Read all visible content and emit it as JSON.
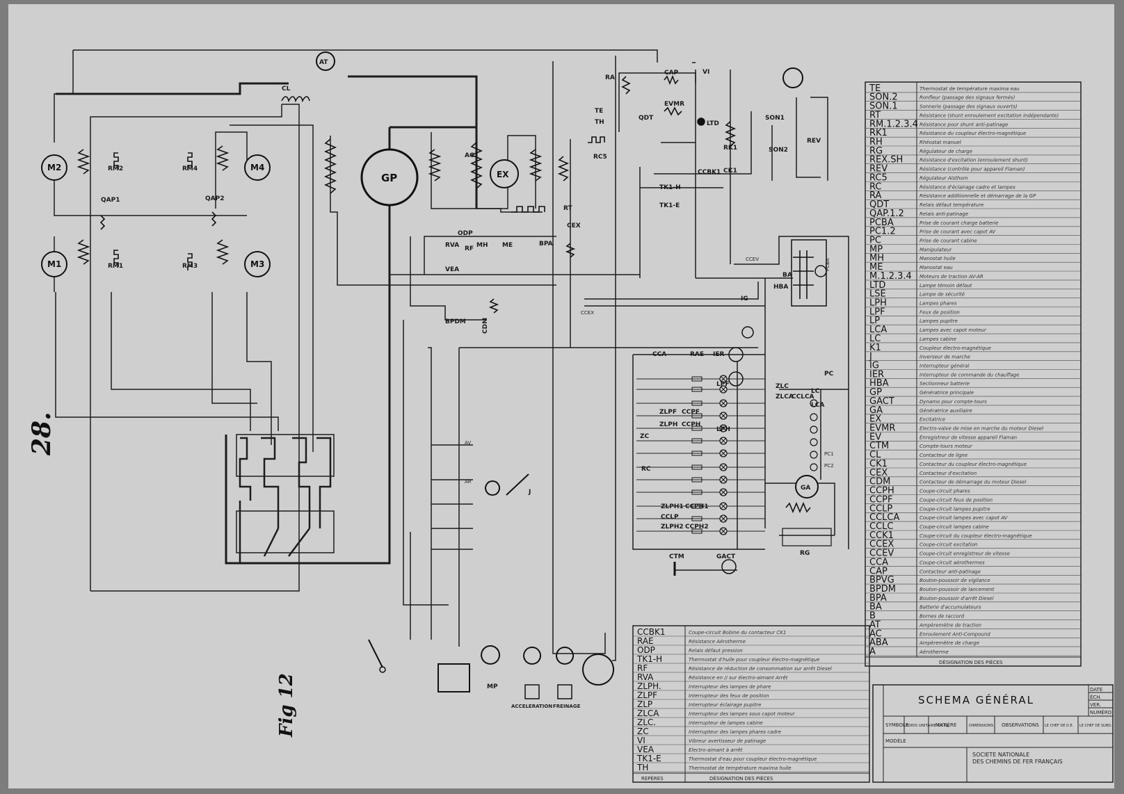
{
  "page_number": "28.",
  "figure_label": "Fig 12",
  "title": "SCHEMA GÉNÉRAL",
  "company": "SOCIETE NATIONALE DES CHEMINS DE FER FRANÇAIS",
  "main_components": {
    "generator": "GP",
    "exciter": "EX",
    "motors": [
      "M1",
      "M2",
      "M3",
      "M4"
    ],
    "ammeter": "AT",
    "gauge": "GA",
    "battery": "BA",
    "master_pedal": "MP",
    "acceleration_label": "ACCELERATION",
    "braking_label": "FREINAGE"
  },
  "diagram_labels": [
    "CL",
    "QAP1",
    "QAP2",
    "RM1",
    "RM2",
    "RM3",
    "RM4",
    "AC",
    "RA",
    "CAP",
    "VI",
    "EVMR",
    "QDT",
    "TE",
    "TH",
    "LTD",
    "RK1",
    "CCBK1",
    "CK1",
    "TK1-H",
    "TK1-E",
    "RC5",
    "RT",
    "CEX",
    "BPA",
    "MH",
    "ME",
    "RVA",
    "VEA",
    "CDM",
    "BPDM",
    "ODP",
    "RF",
    "SON1",
    "SON2",
    "REV",
    "HBA",
    "IG",
    "CCA",
    "RAE",
    "IER",
    "LPF",
    "LPH",
    "LC",
    "LCA",
    "CCLCA",
    "ZLC",
    "ZLCA",
    "ZLPF",
    "ZLPH",
    "ZLPH1",
    "ZLPH2",
    "CCPF",
    "CCPH",
    "CCPH1",
    "CCPH2",
    "CCLP",
    "ZC",
    "RC",
    "CTM",
    "GACT",
    "RG",
    "AV",
    "AR",
    "J",
    "CCEX",
    "CCEV",
    "PCBA",
    "PC",
    "PC1",
    "PC2"
  ],
  "legend_right": {
    "header": "DÉSIGNATION DES PIÈCES",
    "items": [
      {
        "code": "TE",
        "desc": "Thermostat de température maxima eau"
      },
      {
        "code": "SON.2",
        "desc": "Ronfleur (passage des signaux fermés)"
      },
      {
        "code": "SON.1",
        "desc": "Sonnerie (passage des signaux ouverts)"
      },
      {
        "code": "RT",
        "desc": "Résistance (shunt enroulement excitation indépendante)"
      },
      {
        "code": "RM.1.2.3.4",
        "desc": "Résistance pour shunt anti-patinage"
      },
      {
        "code": "RK1",
        "desc": "Résistance du coupleur électro-magnétique"
      },
      {
        "code": "RH",
        "desc": "Rhéostat manuel"
      },
      {
        "code": "RG",
        "desc": "Régulateur de charge"
      },
      {
        "code": "REX.SH",
        "desc": "Résistance d'excitation (enroulement shunt)"
      },
      {
        "code": "REV",
        "desc": "Résistance (contrôle pour appareil Flaman)"
      },
      {
        "code": "RC5",
        "desc": "Régulateur Alsthom"
      },
      {
        "code": "RC",
        "desc": "Résistance d'éclairage cadre et lampes"
      },
      {
        "code": "RA",
        "desc": "Résistance additionnelle et démarrage de la GP"
      },
      {
        "code": "QDT",
        "desc": "Relais défaut température"
      },
      {
        "code": "QAP.1.2",
        "desc": "Relais anti-patinage"
      },
      {
        "code": "PCBA",
        "desc": "Prise de courant charge batterie"
      },
      {
        "code": "PC1.2",
        "desc": "Prise de courant avec capot AV"
      },
      {
        "code": "PC",
        "desc": "Prise de courant cabine"
      },
      {
        "code": "MP",
        "desc": "Manipulateur"
      },
      {
        "code": "MH",
        "desc": "Manostat huile"
      },
      {
        "code": "ME",
        "desc": "Manostat eau"
      },
      {
        "code": "M.1.2.3.4",
        "desc": "Moteurs de traction AV-AR"
      },
      {
        "code": "LTD",
        "desc": "Lampe témoin défaut"
      },
      {
        "code": "LSE",
        "desc": "Lampe de sécurité"
      },
      {
        "code": "LPH",
        "desc": "Lampes phares"
      },
      {
        "code": "LPF",
        "desc": "Feux de position"
      },
      {
        "code": "LP",
        "desc": "Lampes pupitre"
      },
      {
        "code": "LCA",
        "desc": "Lampes avec capot moteur"
      },
      {
        "code": "LC",
        "desc": "Lampes cabine"
      },
      {
        "code": "K1",
        "desc": "Coupleur électro-magnétique"
      },
      {
        "code": "J",
        "desc": "Inverseur de marche"
      },
      {
        "code": "IG",
        "desc": "Interrupteur général"
      },
      {
        "code": "IER",
        "desc": "Interrupteur de commande du chauffage"
      },
      {
        "code": "HBA",
        "desc": "Sectionneur batterie"
      },
      {
        "code": "GP",
        "desc": "Génératrice principale"
      },
      {
        "code": "GACT",
        "desc": "Dynamo pour compte-tours"
      },
      {
        "code": "GA",
        "desc": "Génératrice auxiliaire"
      },
      {
        "code": "EX",
        "desc": "Excitatrice"
      },
      {
        "code": "EVMR",
        "desc": "Electro-valve de mise en marche du moteur Diesel"
      },
      {
        "code": "EV",
        "desc": "Enregistreur de vitesse appareil Flaman"
      },
      {
        "code": "CTM",
        "desc": "Compte-tours moteur"
      },
      {
        "code": "CL",
        "desc": "Contacteur de ligne"
      },
      {
        "code": "CK1",
        "desc": "Contacteur du coupleur électro-magnétique"
      },
      {
        "code": "CEX",
        "desc": "Contacteur d'excitation"
      },
      {
        "code": "CDM",
        "desc": "Contacteur de démarrage du moteur Diesel"
      },
      {
        "code": "CCPH",
        "desc": "Coupe-circuit phares"
      },
      {
        "code": "CCPF",
        "desc": "Coupe-circuit feux de position"
      },
      {
        "code": "CCLP",
        "desc": "Coupe-circuit lampes pupitre"
      },
      {
        "code": "CCLCA",
        "desc": "Coupe-circuit lampes avec capot AV"
      },
      {
        "code": "CCLC",
        "desc": "Coupe-circuit lampes cabine"
      },
      {
        "code": "CCK1",
        "desc": "Coupe-circuit du coupleur électro-magnétique"
      },
      {
        "code": "CCEX",
        "desc": "Coupe-circuit excitation"
      },
      {
        "code": "CCEV",
        "desc": "Coupe-circuit enregistreur de vitesse"
      },
      {
        "code": "CCA",
        "desc": "Coupe-circuit aérothermes"
      },
      {
        "code": "CAP",
        "desc": "Contacteur anti-patinage"
      },
      {
        "code": "BPVG",
        "desc": "Bouton-poussoir de vigilance"
      },
      {
        "code": "BPDM",
        "desc": "Bouton-poussoir de lancement"
      },
      {
        "code": "BPA",
        "desc": "Bouton-poussoir d'arrêt Diesel"
      },
      {
        "code": "BA",
        "desc": "Batterie d'accumulateurs"
      },
      {
        "code": "B",
        "desc": "Bornes de raccord"
      },
      {
        "code": "AT",
        "desc": "Ampèremètre de traction"
      },
      {
        "code": "AC",
        "desc": "Enroulement Anti-Compound"
      },
      {
        "code": "ABA",
        "desc": "Ampèremètre de charge"
      },
      {
        "code": "A",
        "desc": "Aérotherme"
      }
    ]
  },
  "legend_bottom": {
    "col_headers": [
      "REPÈRES",
      "DÉSIGNATION DES PIÈCES"
    ],
    "items": [
      {
        "code": "CCBK1",
        "desc": "Coupe-circuit Bobine du contacteur CK1"
      },
      {
        "code": "RAE",
        "desc": "Résistance Aérotherme"
      },
      {
        "code": "ODP",
        "desc": "Relais défaut pression"
      },
      {
        "code": "TK1-H",
        "desc": "Thermostat d'huile pour coupleur électro-magnétique"
      },
      {
        "code": "RF",
        "desc": "Résistance de réduction de consommation sur arrêt Diesel"
      },
      {
        "code": "RVA",
        "desc": "Résistance en // sur électro-aimant Arrêt"
      },
      {
        "code": "ZLPH.",
        "desc": "Interrupteur des lampes de phare"
      },
      {
        "code": "ZLPF",
        "desc": "Interrupteur des feux de position"
      },
      {
        "code": "ZLP",
        "desc": "Interrupteur éclairage pupitre"
      },
      {
        "code": "ZLCA",
        "desc": "Interrupteur des lampes sous capot moteur"
      },
      {
        "code": "ZLC.",
        "desc": "Interrupteur de lampes cabine"
      },
      {
        "code": "ZC",
        "desc": "Interrupteur des lampes phares cadre"
      },
      {
        "code": "VI",
        "desc": "Vibreur avertisseur de patinage"
      },
      {
        "code": "VEA",
        "desc": "Electro-aimant à arrêt"
      },
      {
        "code": "TK1-E",
        "desc": "Thermostat d'eau pour coupleur électro-magnétique"
      },
      {
        "code": "TH",
        "desc": "Thermostat de température maxima huile"
      }
    ]
  },
  "title_block": {
    "side_labels": [
      "DATE",
      "ÉCH.",
      "VER.",
      "NUMÉRO"
    ],
    "row_labels": [
      "SYMBOLE",
      "POIDS UNITAIRE EN Kg",
      "MATIÈRE",
      "DIMENSIONS",
      "OBSERVATIONS",
      "LE CHEF DE D.E.",
      "LE CHEF DE SUBD."
    ],
    "modele": "MODÈLE"
  }
}
